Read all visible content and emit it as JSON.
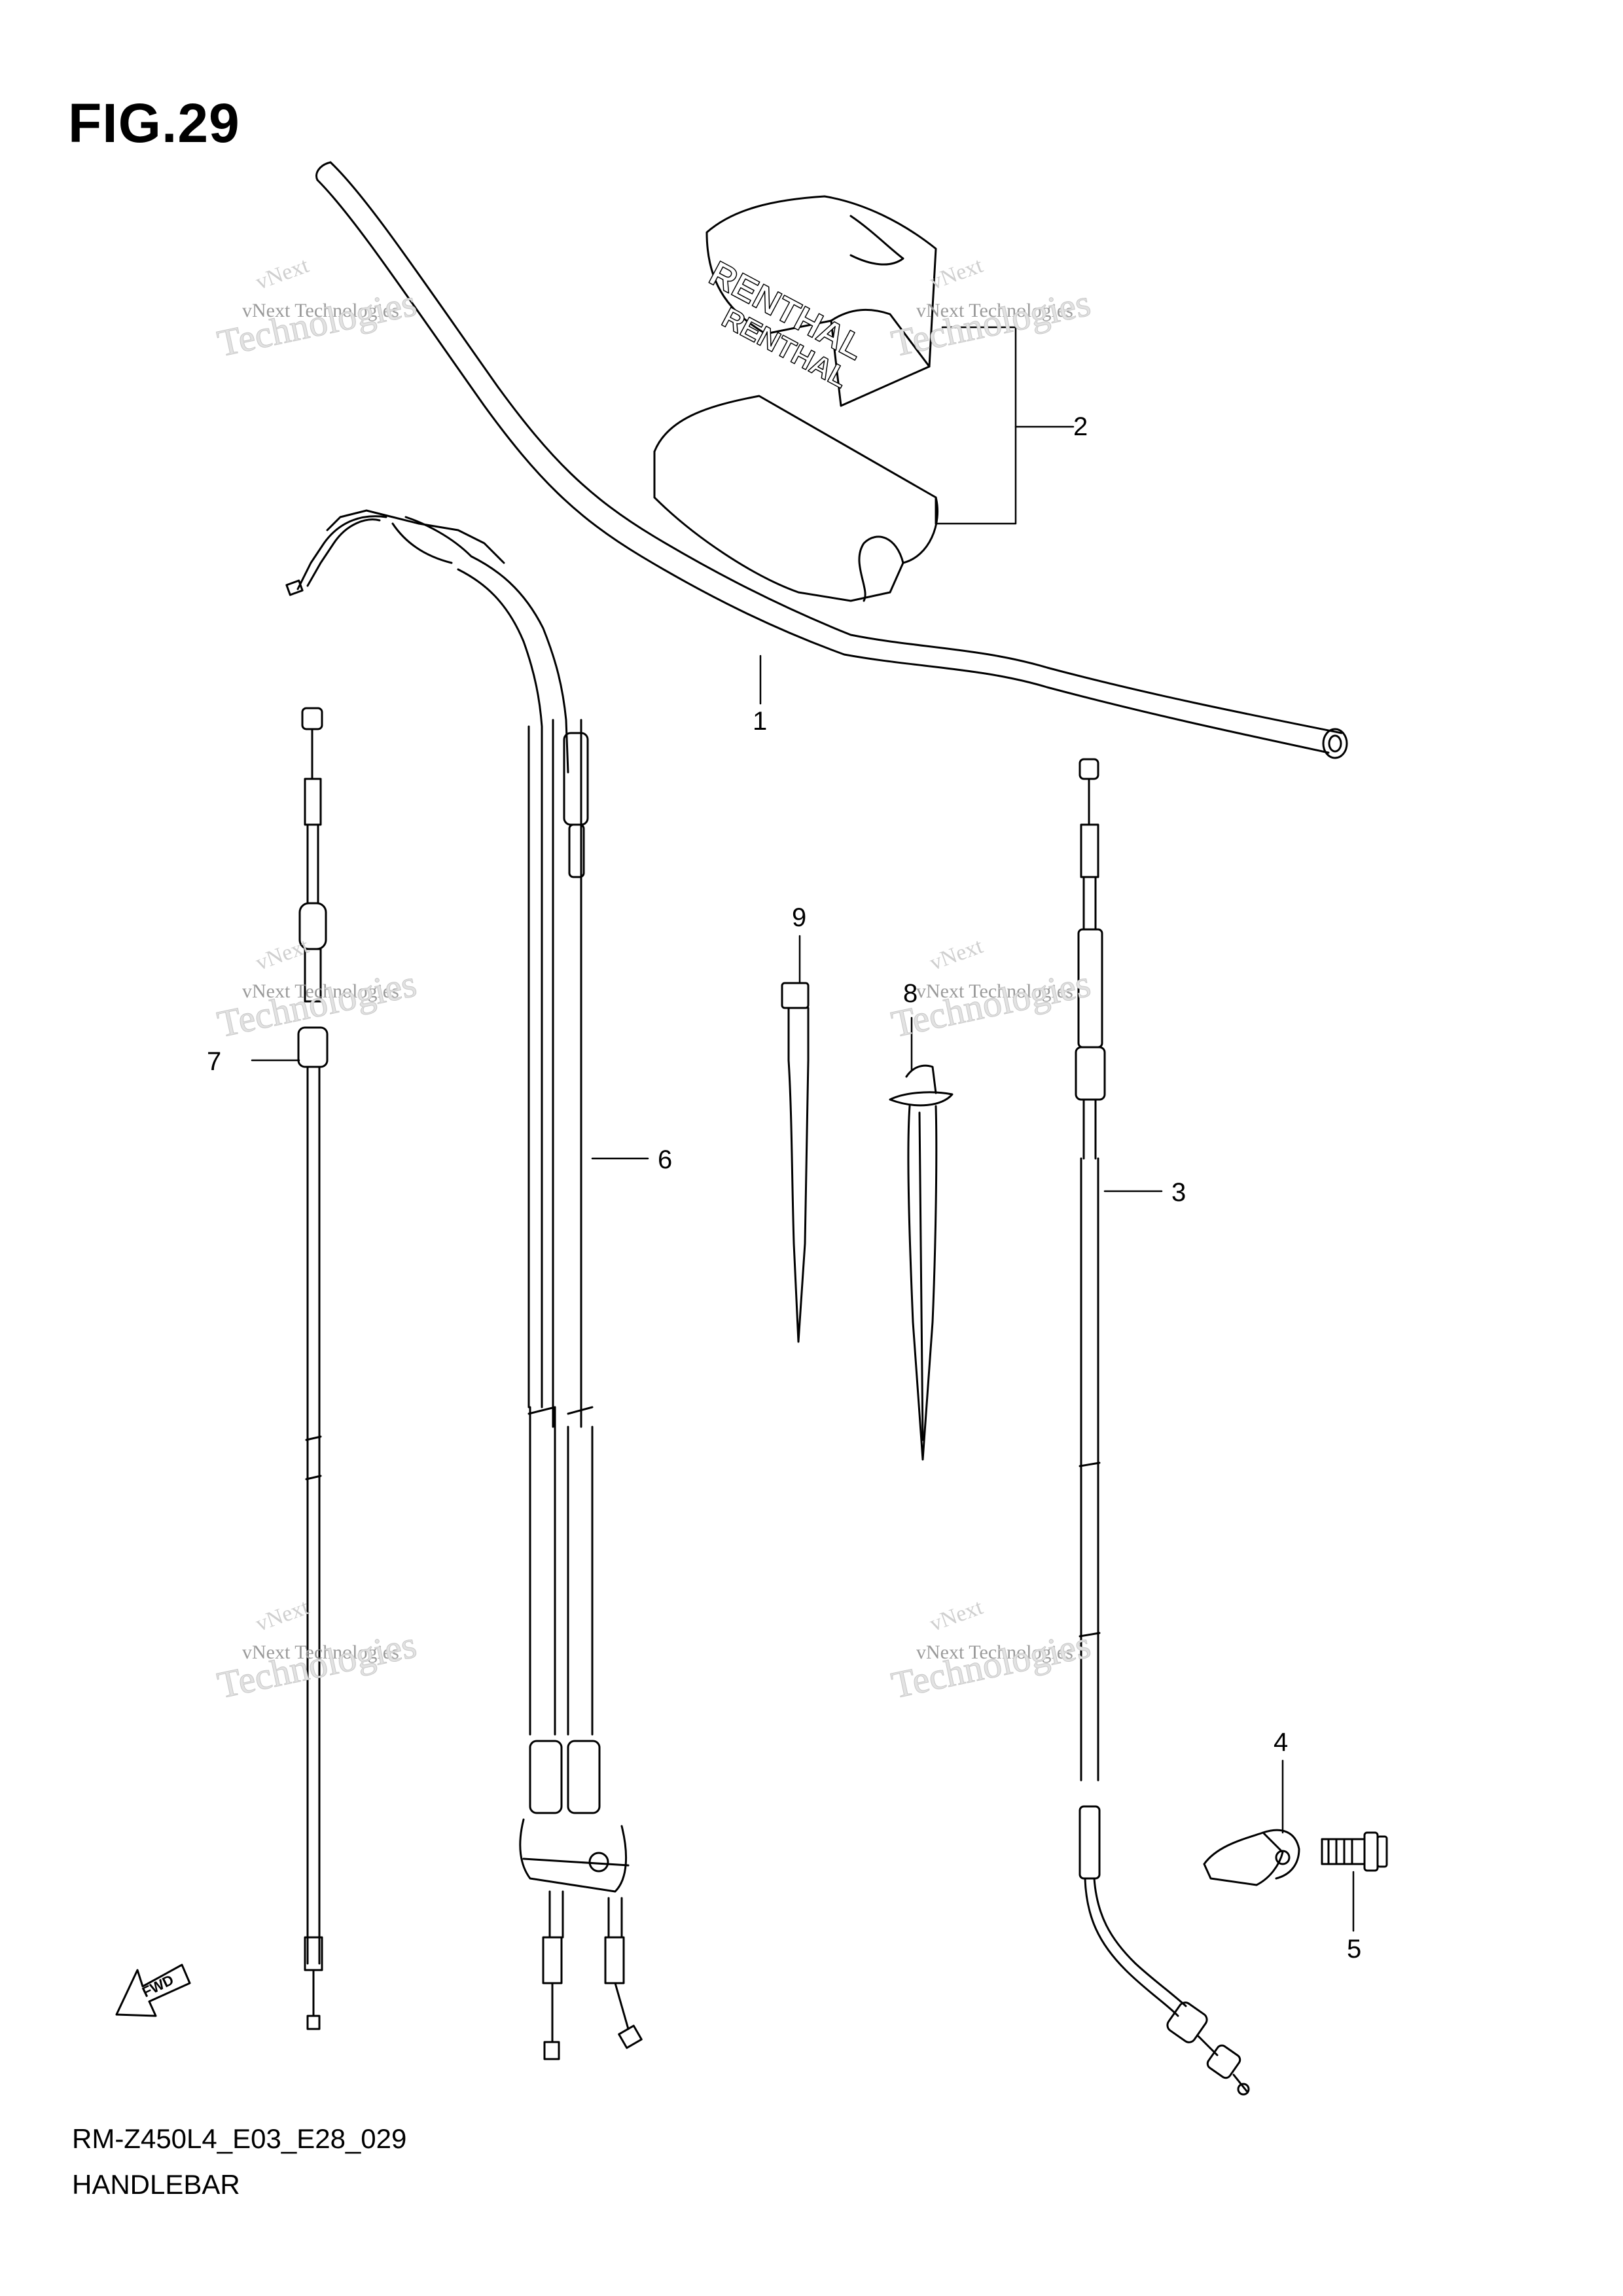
{
  "figure": {
    "title": "FIG.29",
    "code": "RM-Z450L4_E03_E28_029",
    "name": "HANDLEBAR",
    "pad_brand": "RENTHAL",
    "fwd_label": "FWD"
  },
  "callouts": [
    "1",
    "2",
    "3",
    "4",
    "5",
    "6",
    "7",
    "8",
    "9"
  ],
  "watermark": {
    "line1": "vNext",
    "line2": "vNext Technologies",
    "line3": "Technologies"
  }
}
